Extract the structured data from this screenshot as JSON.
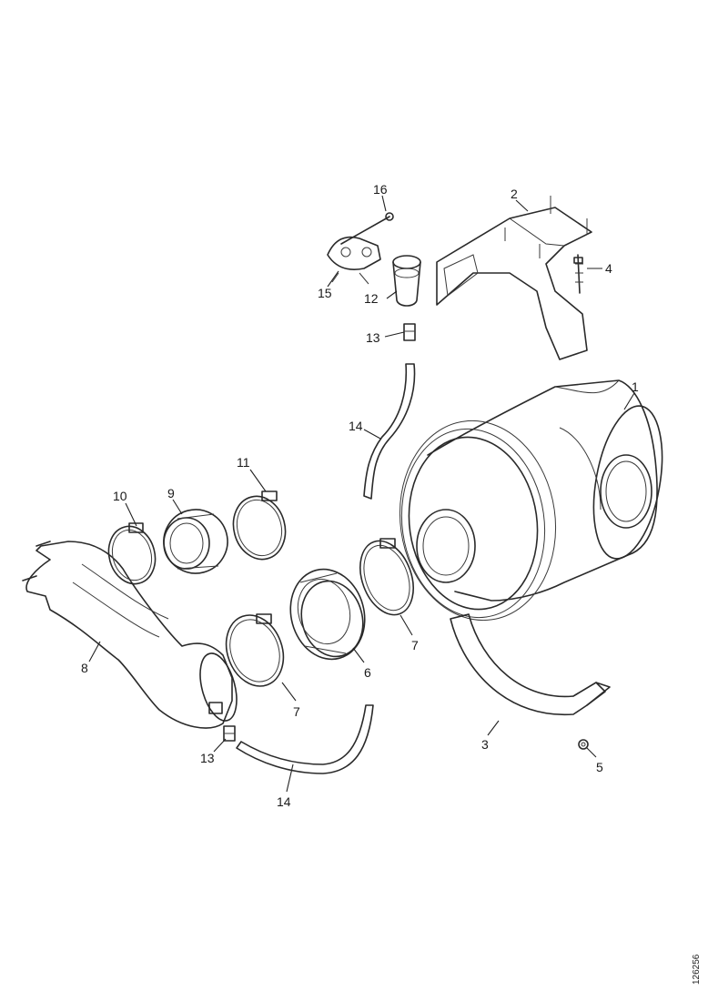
{
  "callouts": {
    "c1": "1",
    "c2": "2",
    "c3": "3",
    "c4": "4",
    "c5": "5",
    "c6": "6",
    "c7a": "7",
    "c7b": "7",
    "c8": "8",
    "c9": "9",
    "c10": "10",
    "c11": "11",
    "c12": "12",
    "c13a": "13",
    "c13b": "13",
    "c14a": "14",
    "c14b": "14",
    "c15": "15",
    "c16": "16"
  },
  "reference_code": "126256"
}
